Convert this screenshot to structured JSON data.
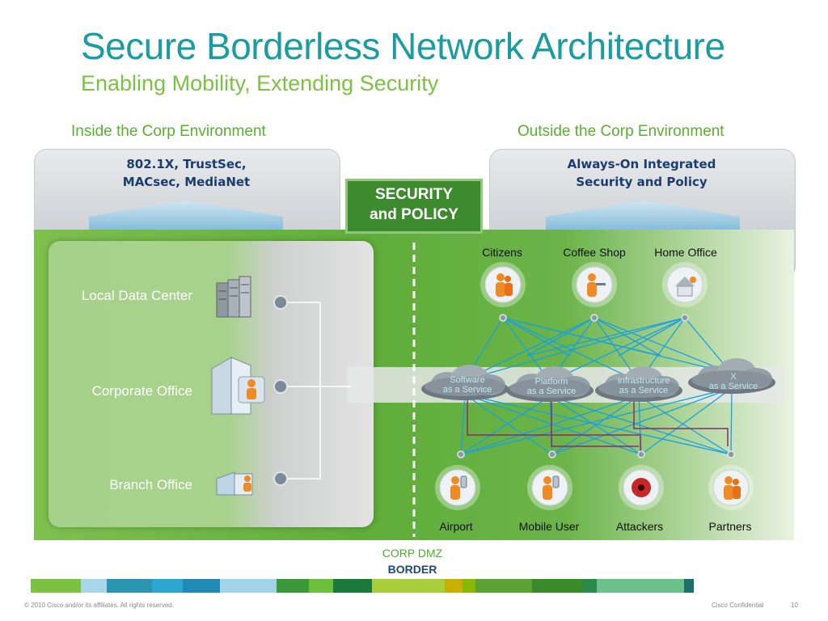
{
  "slide": {
    "title": "Secure Borderless Network Architecture",
    "subtitle": "Enabling Mobility, Extending Security"
  },
  "inside": {
    "heading": "Inside the Corp Environment",
    "panel_text_line1": "802.1X, TrustSec,",
    "panel_text_line2": "MACsec, MediaNet",
    "locations": [
      "Local Data Center",
      "Corporate Office",
      "Branch Office"
    ]
  },
  "outside": {
    "heading": "Outside the Corp Environment",
    "panel_text_line1": "Always-On Integrated",
    "panel_text_line2": "Security and Policy",
    "top_nodes": [
      "Citizens",
      "Coffee Shop",
      "Home Office"
    ],
    "clouds": [
      {
        "line1": "Software",
        "line2": "as a Service"
      },
      {
        "line1": "Platform",
        "line2": "as a Service"
      },
      {
        "line1": "Infrastructure",
        "line2": "as a Service"
      },
      {
        "line1": "X",
        "line2": "as a Service"
      }
    ],
    "bottom_nodes": [
      "Airport",
      "Mobile User",
      "Attackers",
      "Partners"
    ]
  },
  "security_policy": {
    "line1": "SECURITY",
    "line2": "and POLICY"
  },
  "border": {
    "line1": "CORP DMZ",
    "line2": "BORDER"
  },
  "footer": {
    "copyright": "© 2010 Cisco and/or its affiliates. All rights reserved.",
    "confidential": "Cisco Confidential",
    "page": "10"
  },
  "colors": {
    "title": "#1a9ca0",
    "subtitle": "#7cc242",
    "green_band": "#5fad3a",
    "link_blue": "#1aa0e0",
    "link_purple": "#8a2d6a"
  },
  "color_bar": [
    "#7cc242",
    "#a8d8e8",
    "#2a95b0",
    "#2aa6cf",
    "#208ab5",
    "#a0d4e6",
    "#3a9a3a",
    "#6cbf3a",
    "#1b7a3a",
    "#a8cf3a",
    "#c8b000",
    "#8ab800",
    "#5aa332",
    "#3a8a2a",
    "#2a8a4a",
    "#6cc08a",
    "#1a6e6e"
  ]
}
